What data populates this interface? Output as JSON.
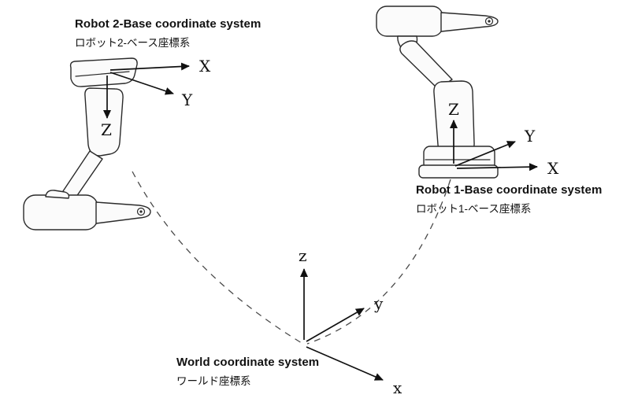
{
  "page": {
    "background": "#ffffff",
    "line_color": "#1f1f1f",
    "dash_color": "#4a4a4a"
  },
  "robot2": {
    "title": "Robot 2-Base coordinate system",
    "subtitle": "ロボット2-ベース座標系",
    "axes": {
      "x": "X",
      "y": "Y",
      "z": "Z"
    }
  },
  "robot1": {
    "title": "Robot 1-Base coordinate system",
    "subtitle": "ロボット1-ベース座標系",
    "axes": {
      "x": "X",
      "y": "Y",
      "z": "Z"
    }
  },
  "world": {
    "title": "World coordinate system",
    "subtitle": "ワールド座標系",
    "axes": {
      "x": "x",
      "y": "y",
      "z": "z"
    }
  }
}
